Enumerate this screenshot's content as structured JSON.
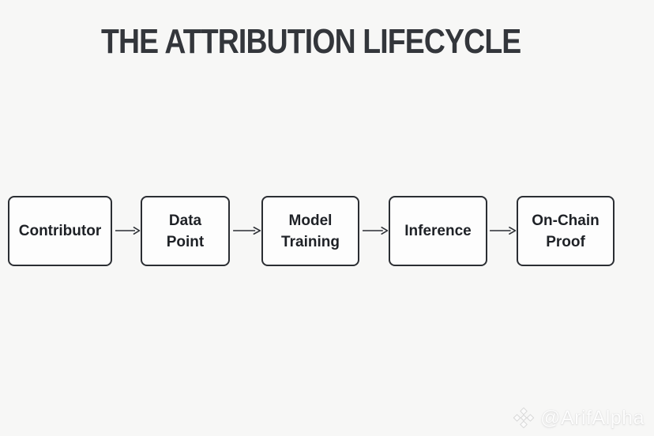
{
  "title": "THE ATTRIBUTION LIFECYCLE",
  "diagram": {
    "type": "flowchart",
    "direction": "left-to-right",
    "stages": [
      {
        "label": "Contributor",
        "line1": "Contributor",
        "line2": ""
      },
      {
        "label": "Data Point",
        "line1": "Data",
        "line2": "Point"
      },
      {
        "label": "Model Training",
        "line1": "Model",
        "line2": "Training"
      },
      {
        "label": "Inference",
        "line1": "Inference",
        "line2": ""
      },
      {
        "label": "On-Chain Proof",
        "line1": "On-Chain",
        "line2": "Proof"
      }
    ],
    "connector": "arrow-right"
  },
  "watermark": {
    "handle": "@ArifAlpha",
    "icon": "binance-diamond-logo"
  },
  "colors": {
    "background": "#f7f7f6",
    "box_fill": "#fdfdfd",
    "box_border": "#2b2e33",
    "box_text": "#1e2126",
    "title_text": "#33363b",
    "arrow": "#2b2e33",
    "watermark_text": "#fdfdfd"
  }
}
